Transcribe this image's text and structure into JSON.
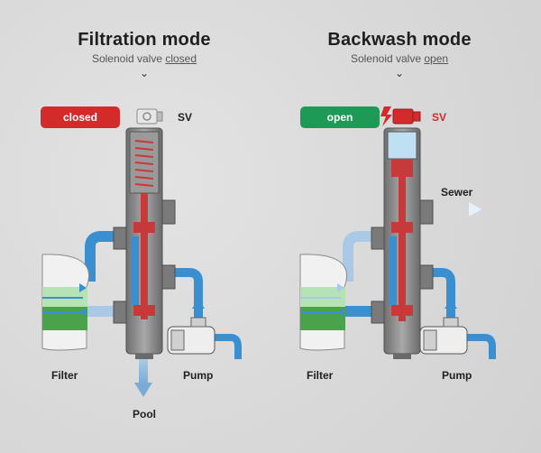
{
  "filtration": {
    "title": "Filtration mode",
    "subtitle_prefix": "Solenoid valve ",
    "subtitle_state": "closed",
    "pill": "closed",
    "sv": "SV",
    "labels": {
      "filter": "Filter",
      "pump": "Pump",
      "pool": "Pool"
    }
  },
  "backwash": {
    "title": "Backwash mode",
    "subtitle_prefix": "Solenoid valve ",
    "subtitle_state": "open",
    "pill": "open",
    "sv": "SV",
    "labels": {
      "filter": "Filter",
      "pump": "Pump",
      "sewer": "Sewer"
    }
  },
  "colors": {
    "closed": "#d32a2a",
    "open": "#1e9a57",
    "water": "#3a8fd0",
    "water_light": "#a9c9e6",
    "valve_body": "#8e8e8e",
    "valve_inner": "#c83a3a"
  },
  "icons": {
    "chevron": "chevron-down-icon",
    "solenoid_closed": "solenoid-valve-icon",
    "solenoid_open": "solenoid-valve-active-icon"
  }
}
